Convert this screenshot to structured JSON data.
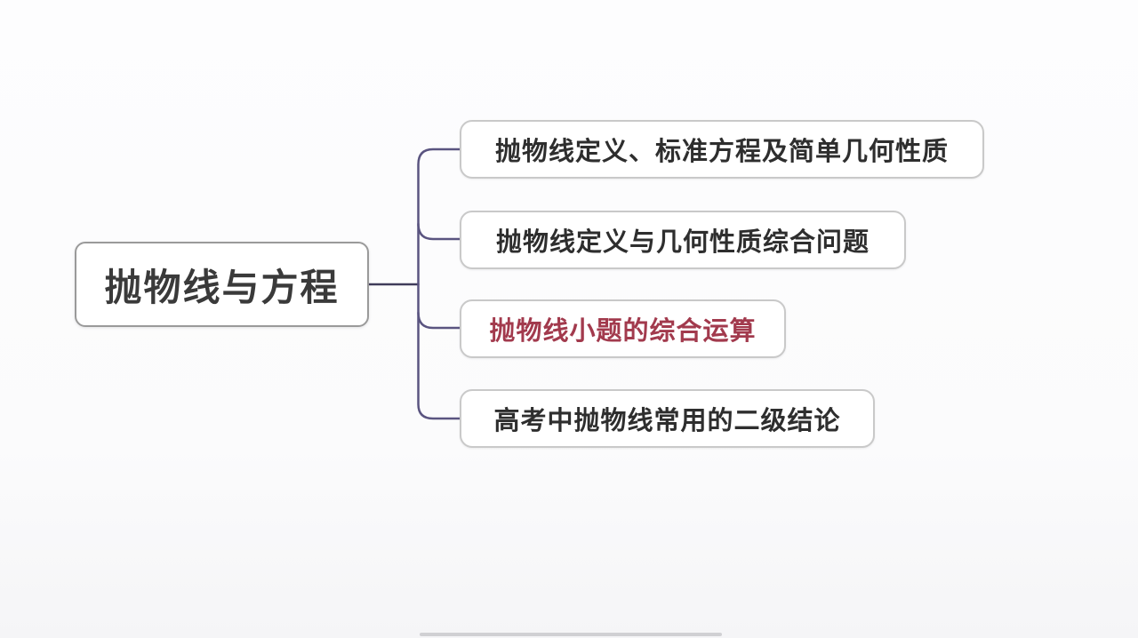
{
  "mindmap": {
    "root": {
      "label": "抛物线与方程"
    },
    "children": [
      {
        "label": "抛物线定义、标准方程及简单几何性质",
        "highlighted": false
      },
      {
        "label": "抛物线定义与几何性质综合问题",
        "highlighted": false
      },
      {
        "label": "抛物线小题的综合运算",
        "highlighted": true
      },
      {
        "label": "高考中抛物线常用的二级结论",
        "highlighted": false
      }
    ],
    "colors": {
      "background": "#fbfbfc",
      "root_border": "#9a9a9a",
      "child_border": "#c9c9c9",
      "root_text": "#3a3a3a",
      "child_text": "#2e2e2e",
      "highlight_text": "#a23a4d",
      "root_connector": "#403c5a",
      "branch_connector": "#5a5480"
    }
  }
}
